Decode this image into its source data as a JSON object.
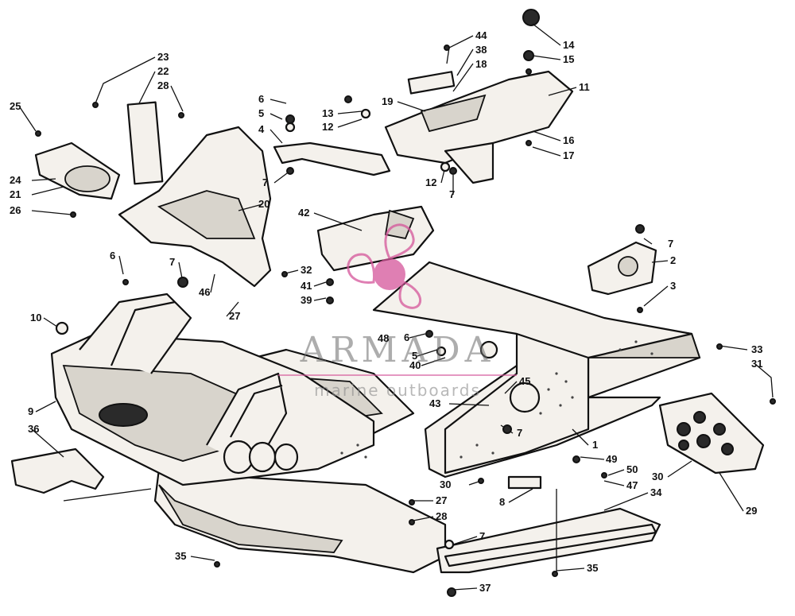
{
  "watermark": {
    "brand": "ARMADA",
    "tagline": "marine outboards",
    "logo_color": "#d5559a"
  },
  "callouts": [
    {
      "id": "44",
      "text": "44"
    },
    {
      "id": "38",
      "text": "38"
    },
    {
      "id": "18",
      "text": "18"
    },
    {
      "id": "14",
      "text": "14"
    },
    {
      "id": "15",
      "text": "15"
    },
    {
      "id": "11",
      "text": "11"
    },
    {
      "id": "19",
      "text": "19"
    },
    {
      "id": "13",
      "text": "13"
    },
    {
      "id": "12a",
      "text": "12"
    },
    {
      "id": "16",
      "text": "16"
    },
    {
      "id": "17",
      "text": "17"
    },
    {
      "id": "12b",
      "text": "12"
    },
    {
      "id": "7a",
      "text": "7"
    },
    {
      "id": "23",
      "text": "23"
    },
    {
      "id": "22",
      "text": "22"
    },
    {
      "id": "28a",
      "text": "28"
    },
    {
      "id": "25",
      "text": "25"
    },
    {
      "id": "6a",
      "text": "6"
    },
    {
      "id": "5a",
      "text": "5"
    },
    {
      "id": "4",
      "text": "4"
    },
    {
      "id": "7b",
      "text": "7"
    },
    {
      "id": "24",
      "text": "24"
    },
    {
      "id": "21",
      "text": "21"
    },
    {
      "id": "26",
      "text": "26"
    },
    {
      "id": "20",
      "text": "20"
    },
    {
      "id": "42",
      "text": "42"
    },
    {
      "id": "7c",
      "text": "7"
    },
    {
      "id": "2",
      "text": "2"
    },
    {
      "id": "6b",
      "text": "6"
    },
    {
      "id": "7d",
      "text": "7"
    },
    {
      "id": "32",
      "text": "32"
    },
    {
      "id": "41",
      "text": "41"
    },
    {
      "id": "39",
      "text": "39"
    },
    {
      "id": "46",
      "text": "46"
    },
    {
      "id": "3",
      "text": "3"
    },
    {
      "id": "27a",
      "text": "27"
    },
    {
      "id": "10",
      "text": "10"
    },
    {
      "id": "48",
      "text": "48"
    },
    {
      "id": "6c",
      "text": "6"
    },
    {
      "id": "5b",
      "text": "5"
    },
    {
      "id": "40",
      "text": "40"
    },
    {
      "id": "33",
      "text": "33"
    },
    {
      "id": "31",
      "text": "31"
    },
    {
      "id": "45",
      "text": "45"
    },
    {
      "id": "43",
      "text": "43"
    },
    {
      "id": "9",
      "text": "9"
    },
    {
      "id": "7e",
      "text": "7"
    },
    {
      "id": "36",
      "text": "36"
    },
    {
      "id": "1",
      "text": "1"
    },
    {
      "id": "49",
      "text": "49"
    },
    {
      "id": "50",
      "text": "50"
    },
    {
      "id": "30a",
      "text": "30"
    },
    {
      "id": "47",
      "text": "47"
    },
    {
      "id": "30b",
      "text": "30"
    },
    {
      "id": "8",
      "text": "8"
    },
    {
      "id": "34",
      "text": "34"
    },
    {
      "id": "27b",
      "text": "27"
    },
    {
      "id": "29",
      "text": "29"
    },
    {
      "id": "28b",
      "text": "28"
    },
    {
      "id": "7f",
      "text": "7"
    },
    {
      "id": "35a",
      "text": "35"
    },
    {
      "id": "35b",
      "text": "35"
    },
    {
      "id": "37",
      "text": "37"
    }
  ]
}
